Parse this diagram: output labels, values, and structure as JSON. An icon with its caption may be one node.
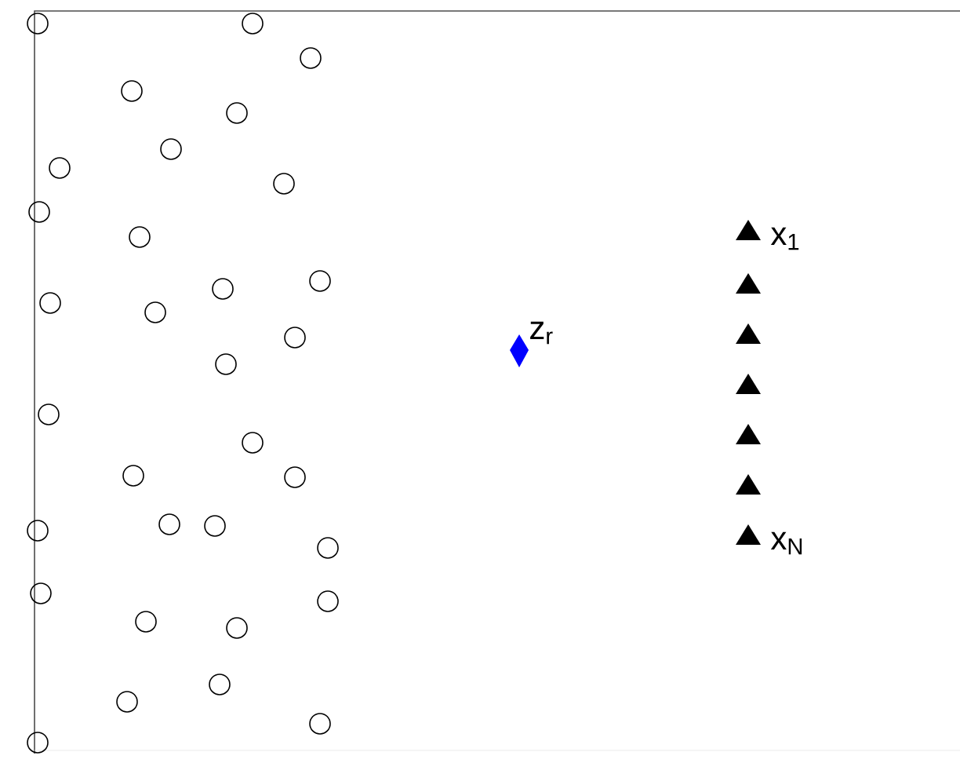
{
  "diagram": {
    "labels": [
      "z$_{r}$",
      "x$_{1}$",
      "x$_{N}$"
    ]
  }
}
